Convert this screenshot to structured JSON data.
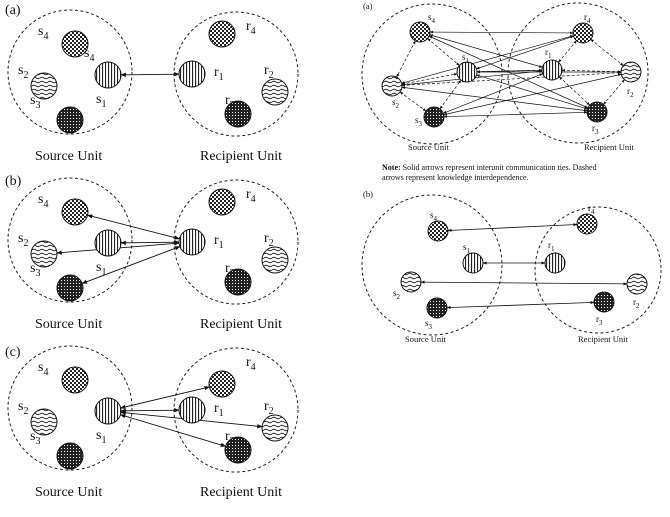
{
  "panels_left": [
    {
      "label": "(a)"
    },
    {
      "label": "(b)"
    },
    {
      "label": "(c)"
    }
  ],
  "panels_right": [
    {
      "label": "(a)"
    },
    {
      "label": "(b)"
    }
  ],
  "units": {
    "source": "Source Unit",
    "recipient": "Recipient Unit"
  },
  "nodes": {
    "s1": {
      "base": "s",
      "sub": "1"
    },
    "s2": {
      "base": "s",
      "sub": "2"
    },
    "s3": {
      "base": "s",
      "sub": "3"
    },
    "s4": {
      "base": "s",
      "sub": "4"
    },
    "r1": {
      "base": "r",
      "sub": "1"
    },
    "r2": {
      "base": "r",
      "sub": "2"
    },
    "r3": {
      "base": "r",
      "sub": "3"
    },
    "r4": {
      "base": "r",
      "sub": "4"
    }
  },
  "note": {
    "bold": "Note:",
    "line1": " Solid arrows represent interunit communication ties. Dashed",
    "line2": "arrows represent knowledge interdependence."
  }
}
